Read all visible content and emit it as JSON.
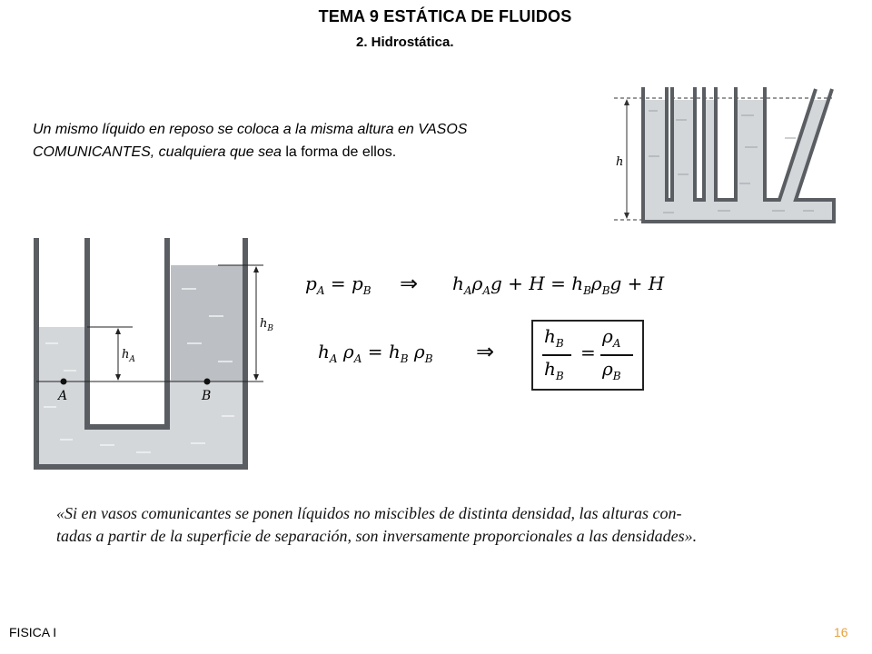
{
  "header": {
    "title": "TEMA 9 ESTÁTICA DE FLUIDOS",
    "subtitle": "2. Hidrostática."
  },
  "intro": {
    "line1": "Un mismo líquido en reposo se coloca a la misma altura en VASOS",
    "line2_italic": "COMUNICANTES, cualquiera que sea ",
    "line2_normal": "la forma de ellos."
  },
  "figure_vessels": {
    "height_label": "h"
  },
  "figure_utube": {
    "label_hA": "h",
    "label_hA_sub": "A",
    "label_hB": "h",
    "label_hB_sub": "B",
    "point_a": "A",
    "point_b": "B"
  },
  "equations": {
    "eq1": {
      "lhs_p": "p",
      "lhs_sub": "A",
      "eq": " = ",
      "rhs_p": "p",
      "rhs_sub": "B",
      "implies": "⇒",
      "r_h1": "h",
      "r_h1_sub": "A",
      "r_rho1": "ρ",
      "r_rho1_sub": "A",
      "r_g1": "g + H = ",
      "r_h2": "h",
      "r_h2_sub": "B",
      "r_rho2": "ρ",
      "r_rho2_sub": "B",
      "r_g2": "g + H"
    },
    "eq2": {
      "h1": "h",
      "h1_sub": "A",
      "rho1": " ρ",
      "rho1_sub": "A",
      "eq": " = ",
      "h2": "h",
      "h2_sub": "B",
      "rho2": " ρ",
      "rho2_sub": "B",
      "implies": "⇒"
    },
    "boxed": {
      "num_l": "h",
      "num_l_sub": "B",
      "den_l": "h",
      "den_l_sub": "B",
      "equals": "=",
      "num_r": "ρ",
      "num_r_sub": "A",
      "den_r": "ρ",
      "den_r_sub": "B"
    }
  },
  "quote": {
    "line1": "«Si en vasos comunicantes se ponen líquidos no miscibles de distinta densidad, las alturas con-",
    "line2": "tadas a partir de la superficie de separación, son inversamente proporcionales a las densidades»."
  },
  "footer": {
    "course": "FISICA I",
    "page_number": "16",
    "page_number_color": "#e6a23c"
  },
  "colors": {
    "liquid_light": "#d4d7da",
    "liquid_dark": "#bcc0c4",
    "wall": "#5a5e62"
  }
}
